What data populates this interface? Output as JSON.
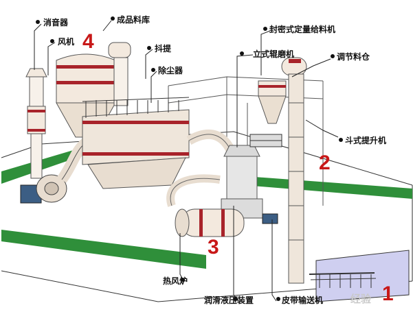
{
  "labels": {
    "silencer": "消音器",
    "fan": "风机",
    "product_silo": "成品料库",
    "elevator_top": "抖提",
    "dust_collector": "除尘器",
    "sealed_feeder": "封密式定量给料机",
    "vertical_mill": "立式辊磨机",
    "regulating_bin": "调节料仓",
    "bucket_elevator": "斗式提升机",
    "hot_air_furnace": "热风炉",
    "hydraulic_unit": "润滑液压装置",
    "belt_conveyor": "皮带输送机"
  },
  "step_numbers": {
    "n1": "1",
    "n2": "2",
    "n3": "3",
    "n4": "4"
  },
  "watermark": "经验",
  "colors": {
    "floor_green": "#2f8f3a",
    "accent_red": "#a8232a",
    "tank_fill": "#f3e9de",
    "step_number": "#c81818",
    "pit_fill": "#cfcff0"
  }
}
